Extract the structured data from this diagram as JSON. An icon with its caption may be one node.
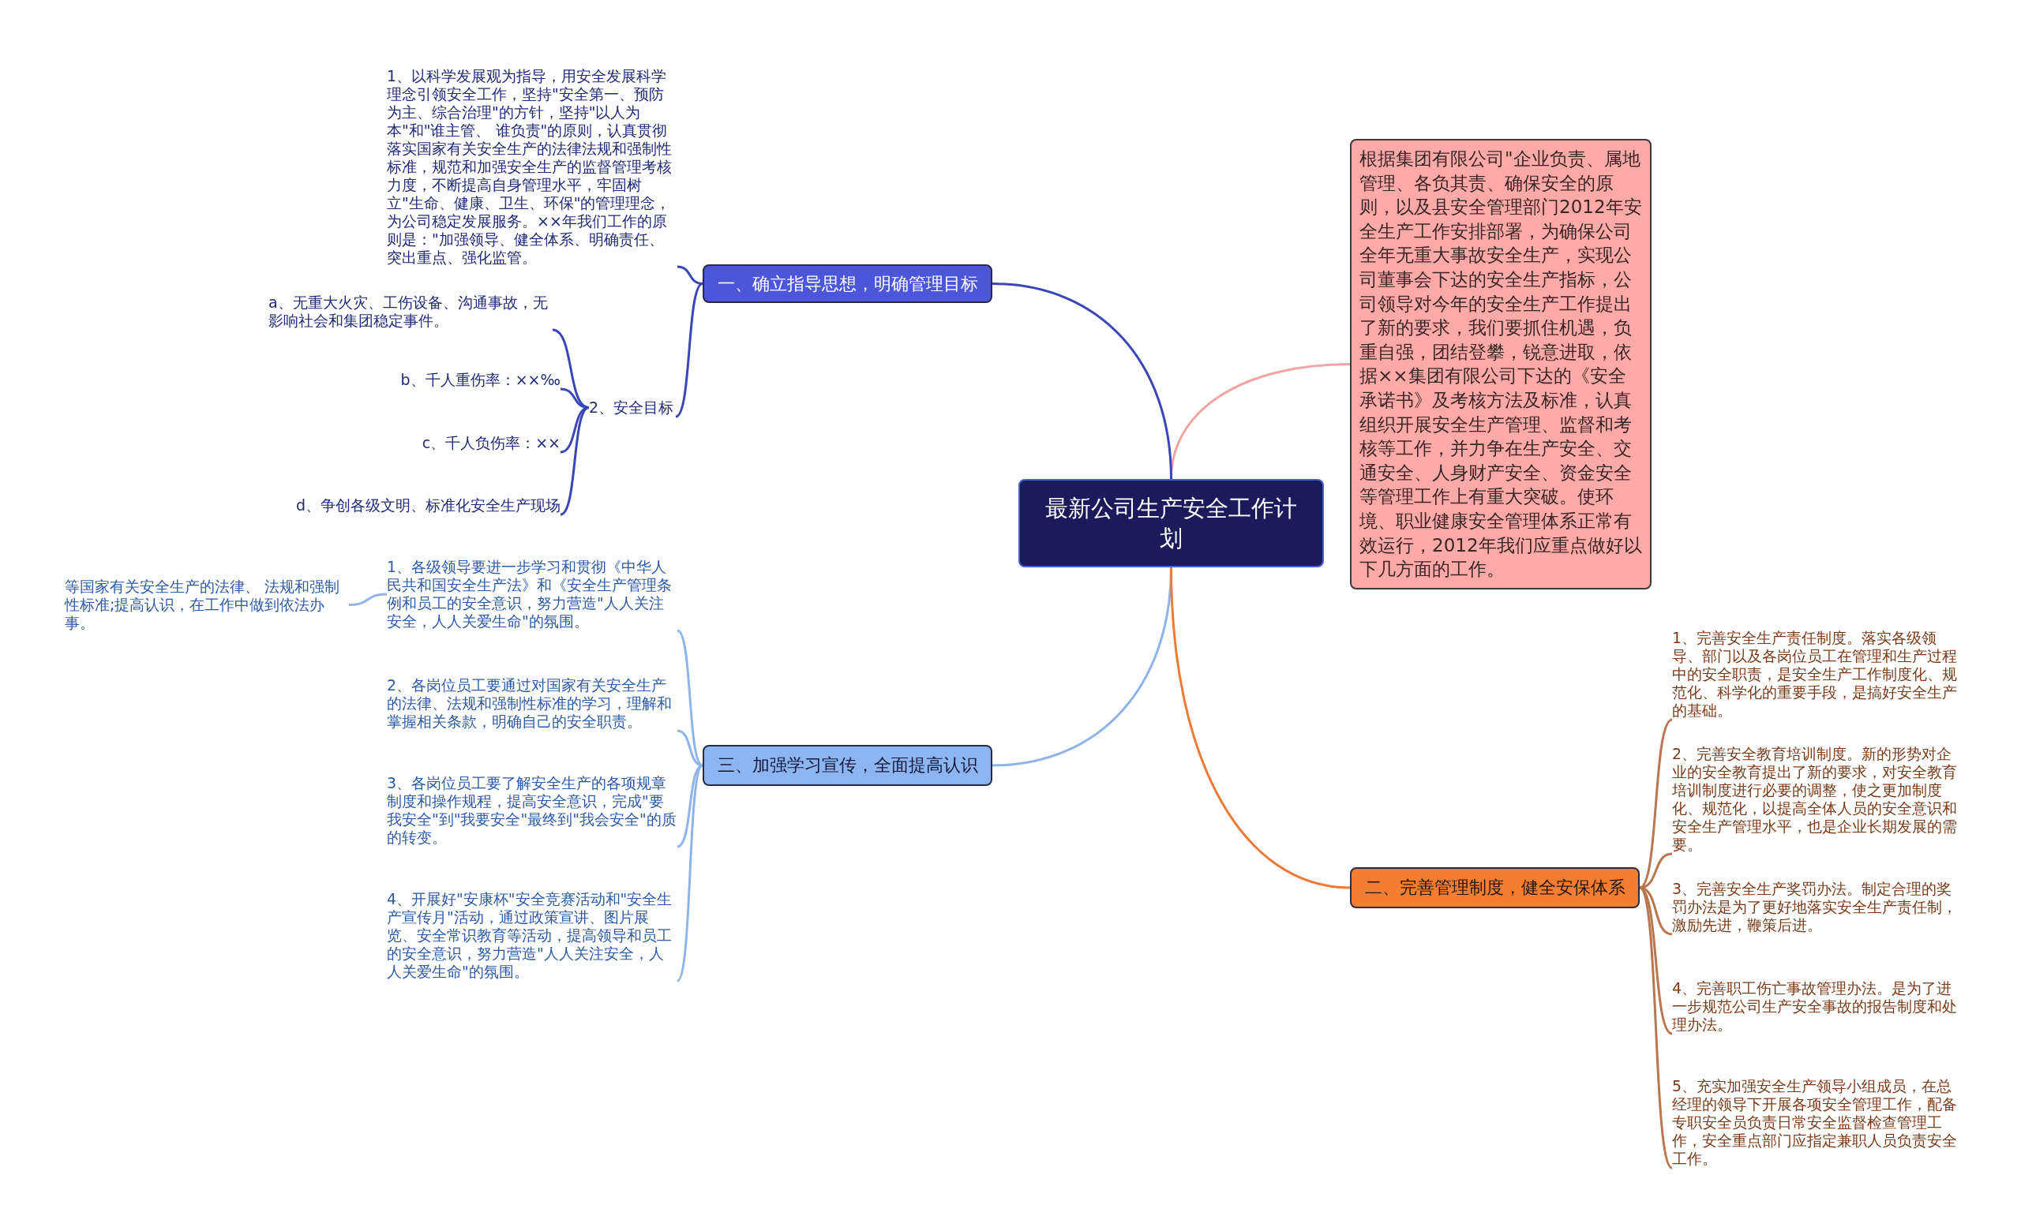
{
  "diagram": {
    "nodes": [
      {
        "text": [
          "最新公司生产安全工作计划"
        ]
      },
      {
        "text": [
          "根据集团有限公司\"企业负责、属地管理、各负其责、确保安全的原则，以及县安全管理部门2012年安全生产工作安排部署，为确保公司全年无重大事故安全生产，实现公司董事会下达的安全生产指标，公司领导对今年的安全生产工作提出了新的要求，我们要抓住机遇，负重自强，团结登攀，锐意进取，依据××集团有限公司下达的《安全承诺书》及考核方法及标准，认真组织开展安全生产管理、监督和考核等工作，并力争在生产安全、交通安全、人身财产安全、资金安全等管理工作上有重大突破。使环境、职业健康安全管理体系正常有效运行，2012年我们应重点做好以下几方面的工作。"
        ]
      },
      {
        "text": [
          "一、确立指导思想，明确管理目标"
        ]
      },
      {
        "text": [
          "1、以科学发展观为指导，用安全发展科学理念引领安全工作，坚持\"安全第一、预防为主、综合治理\"的方针，坚持\"以人为本\"和\"谁主管、 谁负责\"的原则，认真贯彻落实国家有关安全生产的法律法规和强制性标准，规范和加强安全生产的监督管理考核力度，不断提高自身管理水平，牢固树立\"生命、健康、卫生、环保\"的管理理念，为公司稳定发展服务。××年我们工作的原则是：\"加强领导、健全体系、明确责任、突出重点、强化监管。"
        ]
      },
      {
        "text": [
          "2、安全目标"
        ]
      },
      {
        "text": [
          "a、无重大火灾、工伤设备、沟通事故，无影响社会和集团稳定事件。"
        ]
      },
      {
        "text": [
          "b、千人重伤率：××‰"
        ]
      },
      {
        "text": [
          "c、千人负伤率：××"
        ]
      },
      {
        "text": [
          "d、争创各级文明、标准化安全生产现场"
        ]
      },
      {
        "text": [
          "三、加强学习宣传，全面提高认识"
        ]
      },
      {
        "text": [
          "1、各级领导要进一步学习和贯彻《中华人民共和国安全生产法》和《安全生产管理条例和员工的安全意识，努力营造\"人人关注安全，人人关爱生命\"的氛围。"
        ]
      },
      {
        "text": [
          "等国家有关安全生产的法律、 法规和强制性标准;提高认识，在工作中做到依法办事。"
        ]
      },
      {
        "text": [
          "2、各岗位员工要通过对国家有关安全生产的法律、法规和强制性标准的学习，理解和掌握相关条款，明确自己的安全职责。"
        ]
      },
      {
        "text": [
          "3、各岗位员工要了解安全生产的各项规章制度和操作规程，提高安全意识，完成\"要我安全\"到\"我要安全\"最终到\"我会安全\"的质的转变。"
        ]
      },
      {
        "text": [
          "4、开展好\"安康杯\"安全竞赛活动和\"安全生产宣传月\"活动，通过政策宣讲、图片展览、安全常识教育等活动，提高领导和员工的安全意识，努力营造\"人人关注安全，人人关爱生命\"的氛围。"
        ]
      },
      {
        "text": [
          "二、完善管理制度，健全安保体系"
        ]
      },
      {
        "text": [
          "1、完善安全生产责任制度。落实各级领导、部门以及各岗位员工在管理和生产过程中的安全职责，是安全生产工作制度化、规范化、科学化的重要手段，是搞好安全生产的基础。"
        ]
      },
      {
        "text": [
          "2、完善安全教育培训制度。新的形势对企业的安全教育提出了新的要求，对安全教育培训制度进行必要的调整，使之更加制度化、规范化，以提高全体人员的安全意识和安全生产管理水平，也是企业长期发展的需要。"
        ]
      },
      {
        "text": [
          "3、完善安全生产奖罚办法。制定合理的奖罚办法是为了更好地落实安全生产责任制，激励先进，鞭策后进。"
        ]
      },
      {
        "text": [
          "4、完善职工伤亡事故管理办法。是为了进一步规范公司生产安全事故的报告制度和处理办法。"
        ]
      },
      {
        "text": [
          "5、充实加强安全生产领导小组成员，在总经理的领导下开展各项安全管理工作，配备专职安全员负责日常安全监督检查管理工作，安全重点部门应指定兼职人员负责安全工作。"
        ]
      }
    ],
    "edges": [
      {
        "from": 0,
        "to": 1,
        "arrow": "none",
        "color": "#f0a5a3"
      },
      {
        "from": 0,
        "to": 2,
        "arrow": "none",
        "color": "#3a46b8"
      },
      {
        "from": 2,
        "to": 3,
        "arrow": "none",
        "color": "#3a46b8"
      },
      {
        "from": 2,
        "to": 4,
        "arrow": "none",
        "color": "#3a46b8"
      },
      {
        "from": 4,
        "to": 5,
        "arrow": "none",
        "color": "#3a46b8"
      },
      {
        "from": 4,
        "to": 6,
        "arrow": "none",
        "color": "#3a46b8"
      },
      {
        "from": 4,
        "to": 7,
        "arrow": "none",
        "color": "#3a46b8"
      },
      {
        "from": 4,
        "to": 8,
        "arrow": "none",
        "color": "#3a46b8"
      },
      {
        "from": 0,
        "to": 9,
        "arrow": "none",
        "color": "#8fb4ec"
      },
      {
        "from": 9,
        "to": 10,
        "arrow": "none",
        "color": "#8fb4ec"
      },
      {
        "from": 10,
        "to": 11,
        "arrow": "none",
        "color": "#8fb4ec"
      },
      {
        "from": 9,
        "to": 12,
        "arrow": "none",
        "color": "#8fb4ec"
      },
      {
        "from": 9,
        "to": 13,
        "arrow": "none",
        "color": "#8fb4ec"
      },
      {
        "from": 9,
        "to": 14,
        "arrow": "none",
        "color": "#8fb4ec"
      },
      {
        "from": 0,
        "to": 15,
        "arrow": "none",
        "color": "#ee7a35"
      },
      {
        "from": 15,
        "to": 16,
        "arrow": "none",
        "color": "#b9764f"
      },
      {
        "from": 15,
        "to": 17,
        "arrow": "none",
        "color": "#b9764f"
      },
      {
        "from": 15,
        "to": 18,
        "arrow": "none",
        "color": "#b9764f"
      },
      {
        "from": 15,
        "to": 19,
        "arrow": "none",
        "color": "#b9764f"
      },
      {
        "from": 15,
        "to": 20,
        "arrow": "none",
        "color": "#b9764f"
      }
    ]
  }
}
